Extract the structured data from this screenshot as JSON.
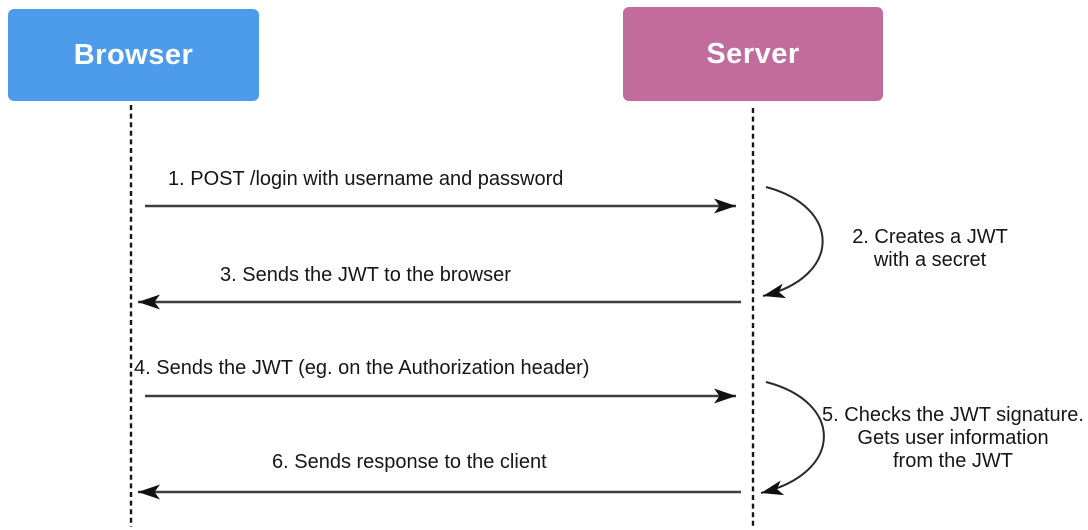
{
  "actors": {
    "browser": {
      "label": "Browser",
      "color": "#4d9ceb"
    },
    "server": {
      "label": "Server",
      "color": "#c16c9c"
    }
  },
  "messages": {
    "m1": "1. POST /login with username and password",
    "m3": "3. Sends the JWT to the browser",
    "m4": "4. Sends the JWT (eg. on the Authorization header)",
    "m6": "6. Sends response to the client"
  },
  "notes": {
    "n2": {
      "line1": "2. Creates a JWT",
      "line2": "with a secret"
    },
    "n5": {
      "line1": "5. Checks the JWT signature.",
      "line2": "Gets user information",
      "line3": "from the JWT"
    }
  },
  "colors": {
    "arrow_line": "#3d3d3d",
    "arrow_head": "#111111",
    "label_text": "#161616"
  }
}
